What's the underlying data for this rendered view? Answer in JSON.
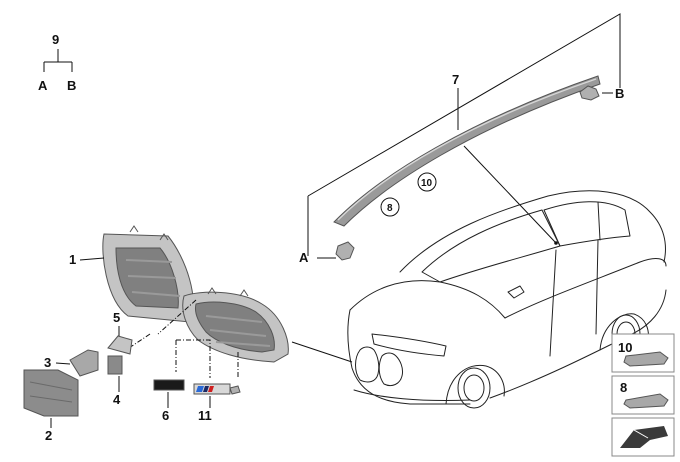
{
  "callouts": {
    "c1": "1",
    "c2": "2",
    "c3": "3",
    "c4": "4",
    "c5": "5",
    "c6": "6",
    "c7": "7",
    "c8": "8",
    "c9": "9",
    "c10": "10",
    "c11": "11"
  },
  "tree_9": {
    "parent": "9",
    "left": "A",
    "right": "B"
  },
  "trim_ends": {
    "left": "A",
    "right": "B"
  },
  "legend": [
    {
      "number": "10",
      "icon": "clip-10-icon"
    },
    {
      "number": "8",
      "icon": "clip-8-icon"
    },
    {
      "number": "",
      "icon": "wedge-arrow-icon"
    }
  ],
  "colors": {
    "line": "#111111",
    "part_fill": "#b8b8b8",
    "part_dark": "#7a7a7a",
    "box_border": "#888888"
  }
}
